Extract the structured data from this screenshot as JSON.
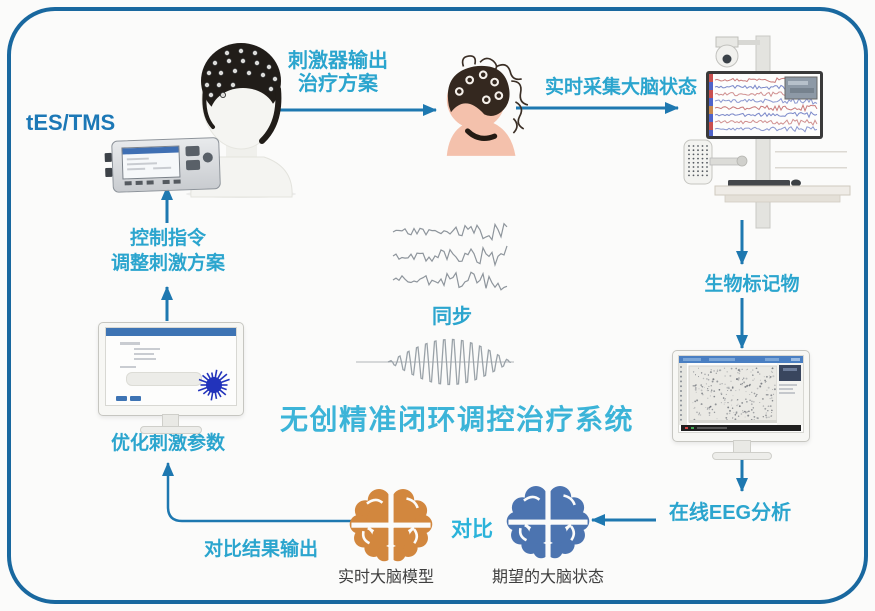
{
  "diagram": {
    "title": "无创精准闭环调控治疗系统",
    "sync_label": "同步",
    "compare_label": "对比"
  },
  "nodes": {
    "tes_tms": "tES/TMS",
    "optimize_params": "优化刺激参数",
    "realtime_brain_model": "实时大脑模型",
    "expected_brain_state": "期望的大脑状态",
    "online_eeg_analysis": "在线EEG分析",
    "biomarker": "生物标记物"
  },
  "edges": {
    "stimulator_output_line1": "刺激器输出",
    "stimulator_output_line2": "治疗方案",
    "realtime_acquisition": "实时采集大脑状态",
    "control_command_line1": "控制指令",
    "control_command_line2": "调整刺激方案",
    "compare_result_output": "对比结果输出"
  },
  "colors": {
    "border": "#19689F",
    "arrow": "#1E78B0",
    "label_teal": "#2BA5CE",
    "title_teal": "#3CB4D8",
    "tes_blue": "#1C78B6",
    "brain_orange": "#D2873E",
    "brain_blue": "#4C74B0",
    "caption_gray": "#3F3F3F"
  }
}
